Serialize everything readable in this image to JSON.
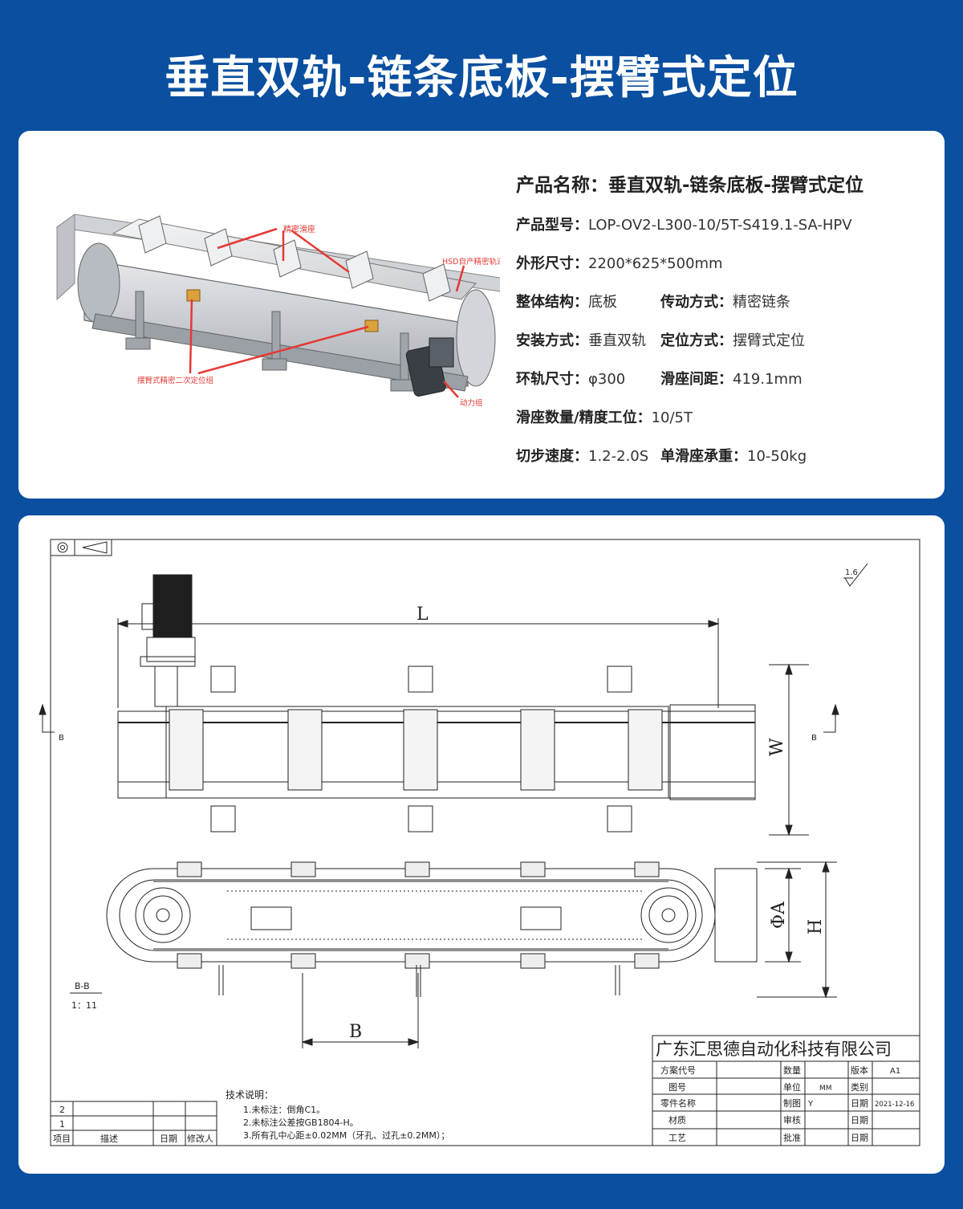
{
  "page_title": "垂直双轨-链条底板-摆臂式定位",
  "product": {
    "name_label": "产品名称：",
    "name_value": "垂直双轨-链条底板-摆臂式定位",
    "model_label": "产品型号：",
    "model_value": "LOP-OV2-L300-10/5T-S419.1-SA-HPV",
    "size_label": "外形尺寸：",
    "size_value": "2200*625*500mm",
    "structure_label": "整体结构：",
    "structure_value": "底板",
    "drive_label": "传动方式：",
    "drive_value": "精密链条",
    "mount_label": "安装方式：",
    "mount_value": "垂直双轨",
    "locate_label": "定位方式：",
    "locate_value": "摆臂式定位",
    "ring_label": "环轨尺寸：",
    "ring_value": "φ300",
    "pitch_label": "滑座间距：",
    "pitch_value": "419.1mm",
    "qty_label": "滑座数量/精度工位：",
    "qty_value": "10/5T",
    "speed_label": "切步速度：",
    "speed_value": "1.2-2.0S",
    "load_label": "单滑座承重：",
    "load_value": "10-50kg"
  },
  "render_callouts": {
    "slider": "精密滑座",
    "rail": "HSD自产精密轨道",
    "swing": "摆臂式精密二次定位组",
    "power": "动力组"
  },
  "drawing": {
    "dim_L": "L",
    "dim_W": "W",
    "dim_A": "ΦA",
    "dim_H": "H",
    "dim_B": "B",
    "section_mark": "B",
    "section_title": "B-B",
    "section_scale": "1：11",
    "roughness": "1.6",
    "notes_title": "技术说明：",
    "note1": "1.未标注：倒角C1。",
    "note2": "2.未标注公差按GB1804-H。",
    "note3": "3.所有孔中心距±0.02MM（牙孔、过孔±0.2MM）；",
    "revision_table": {
      "rows": [
        "2",
        "1"
      ],
      "headers": [
        "项目",
        "描述",
        "日期",
        "修改人"
      ]
    },
    "title_block": {
      "company": "广东汇思德自动化科技有限公司",
      "scheme_code": "方案代号",
      "drawing_no": "图号",
      "part_name": "零件名称",
      "material": "材质",
      "process": "工艺",
      "quantity": "数量",
      "unit": "单位",
      "unit_value": "MM",
      "drawn": "制图",
      "drawn_value": "Y",
      "check": "审核",
      "approve": "批准",
      "version": "版本",
      "version_value": "A1",
      "category": "类别",
      "date": "日期",
      "date_value": "2021-12-16",
      "date2": "日期",
      "date3": "日期"
    }
  },
  "colors": {
    "background": "#0a4fa0",
    "card": "#ffffff",
    "callout": "#e53935"
  }
}
